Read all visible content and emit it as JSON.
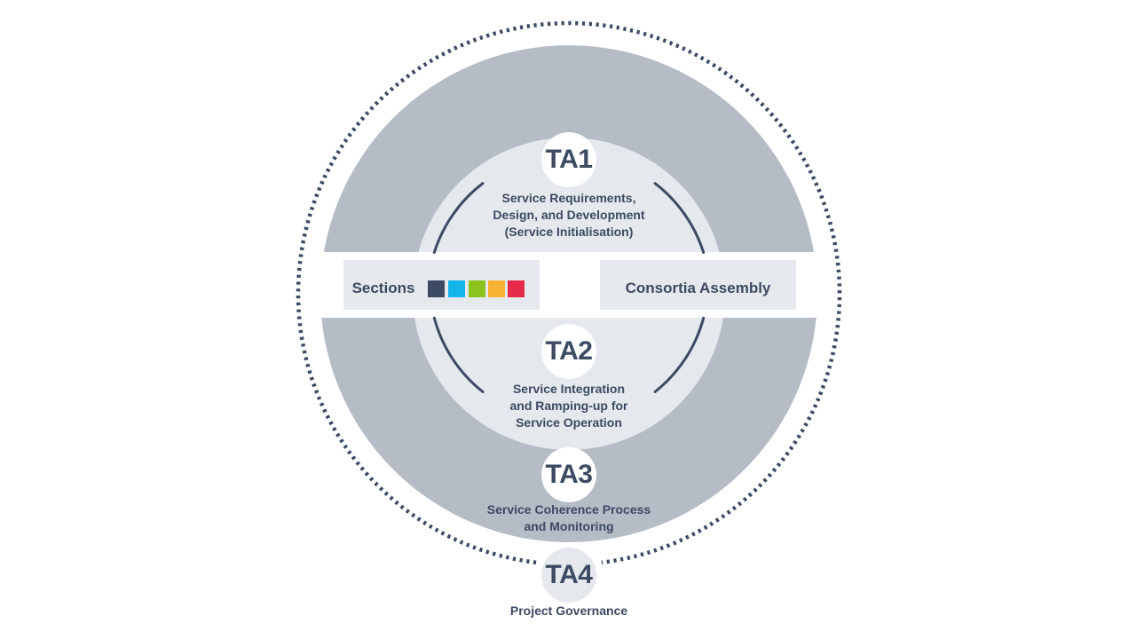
{
  "colors": {
    "outer_ring": "#b5bcc6",
    "inner_disc": "#e5e8ec",
    "text": "#3d4a63",
    "dots": "#3d4a63",
    "section_swatches": [
      "#3d4a63",
      "#13b5ea",
      "#8cc31f",
      "#f8b335",
      "#e52a4a"
    ]
  },
  "activities": [
    {
      "code": "TA1",
      "description": "Service Requirements,\nDesign, and Development\n(Service Initialisation)"
    },
    {
      "code": "TA2",
      "description": "Service Integration\nand Ramping-up for\nService Operation"
    },
    {
      "code": "TA3",
      "description": "Service Coherence Process\nand Monitoring"
    },
    {
      "code": "TA4",
      "description": "Project Governance"
    }
  ],
  "bar": {
    "left_label": "Sections",
    "right_label": "Consortia Assembly"
  }
}
